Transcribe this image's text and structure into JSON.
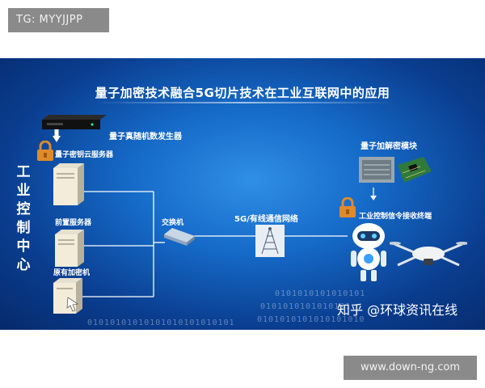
{
  "overlay": {
    "top_tag": "TG: MYYJJPP",
    "bottom_tag": "www.down-ng.com"
  },
  "diagram": {
    "title": "量子加密技术融合5G切片技术在工业互联网中的应用",
    "left_title": "工业控制中心",
    "qrng_label": "量子真随机数发生器",
    "key_cloud_label": "量子密钥云服务器",
    "front_server_label": "前置服务器",
    "legacy_encryptor_label": "原有加密机",
    "switch_label": "交换机",
    "network_label": "5G/有线通信网络",
    "module_label": "量子加解密模块",
    "terminal_label": "工业控制信令接收终端",
    "binary_rows": [
      "01010101010101010101010101",
      "0101010101010101",
      "0101010101010101010",
      "0101010101010101"
    ],
    "watermark": "知乎 @环球资讯在线"
  },
  "colors": {
    "panel_dark": "#062a6b",
    "panel_light": "#2f8fe6",
    "lock_orange": "#e08a2a",
    "overlay_gray": "#8a8a8a"
  }
}
